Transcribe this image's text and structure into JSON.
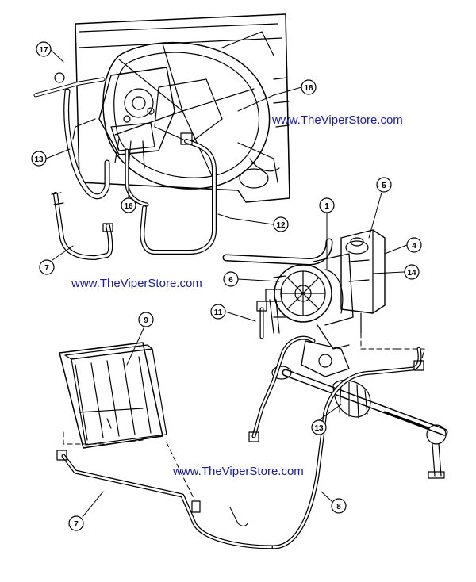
{
  "watermarks": [
    "www.TheViperStore.com",
    "www.TheViperStore.com",
    "www.TheViperStore.com"
  ],
  "callouts": [
    "17",
    "18",
    "13",
    "16",
    "7",
    "12",
    "1",
    "5",
    "4",
    "14",
    "6",
    "11",
    "9",
    "13",
    "7",
    "8"
  ],
  "colors": {
    "line": "#000000",
    "watermark": "#1a1aa0",
    "background": "#ffffff"
  }
}
